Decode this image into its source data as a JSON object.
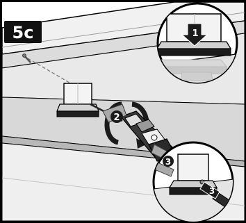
{
  "figure": {
    "step_label": "5c",
    "callouts": [
      {
        "number": "1"
      },
      {
        "number": "2"
      },
      {
        "number": "3"
      },
      {
        "number": "3"
      }
    ]
  },
  "colors": {
    "background": "#ffffff",
    "frame": "#000000",
    "stone_light": "#e4e4e4",
    "stone_mid": "#c9c9c9",
    "stone_dark": "#9b9b9b",
    "post_dark": "#1b1b1b",
    "arrow_grey": "#a9a9a9",
    "badge_bg": "#111111",
    "badge_text": "#ffffff"
  }
}
